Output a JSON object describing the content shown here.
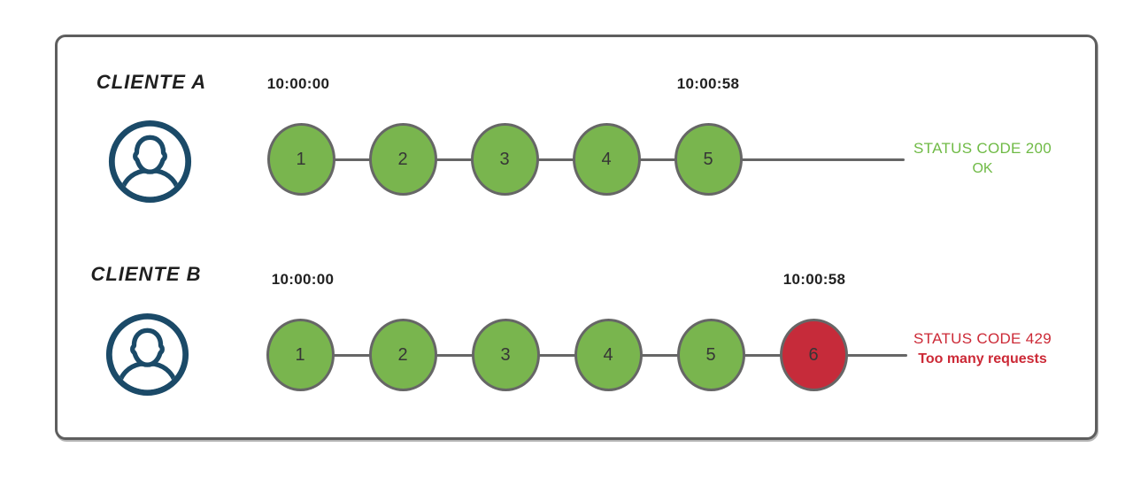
{
  "clients": [
    {
      "name": "CLIENTE A",
      "start_time": "10:00:00",
      "end_time": "10:00:58",
      "requests": [
        {
          "n": "1",
          "state": "ok"
        },
        {
          "n": "2",
          "state": "ok"
        },
        {
          "n": "3",
          "state": "ok"
        },
        {
          "n": "4",
          "state": "ok"
        },
        {
          "n": "5",
          "state": "ok"
        }
      ],
      "status_line1": "STATUS CODE 200",
      "status_line2": "OK",
      "outcome": "success"
    },
    {
      "name": "CLIENTE B",
      "start_time": "10:00:00",
      "end_time": "10:00:58",
      "requests": [
        {
          "n": "1",
          "state": "ok"
        },
        {
          "n": "2",
          "state": "ok"
        },
        {
          "n": "3",
          "state": "ok"
        },
        {
          "n": "4",
          "state": "ok"
        },
        {
          "n": "5",
          "state": "ok"
        },
        {
          "n": "6",
          "state": "limited"
        }
      ],
      "status_line1": "STATUS CODE 429",
      "status_line2": "Too many requests",
      "outcome": "rate-limited"
    }
  ],
  "colors": {
    "request_ok": "#79b54e",
    "request_limited": "#c62b3a",
    "status_success_text": "#6fba45",
    "status_limited_text": "#cc2936",
    "avatar": "#1b4a68",
    "connector": "#666666",
    "frame_border": "#5e5e5e"
  }
}
